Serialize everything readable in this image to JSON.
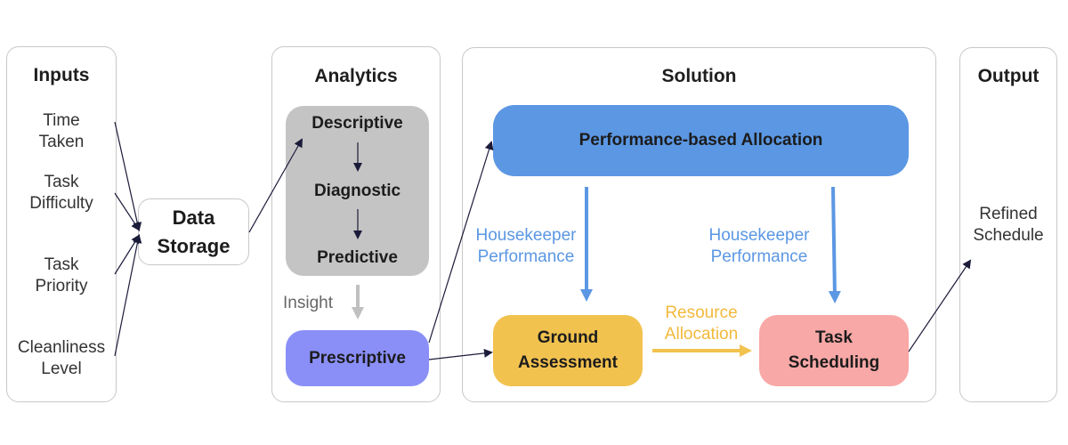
{
  "inputs": {
    "title": "Inputs",
    "items": [
      {
        "line1": "Time",
        "line2": "Taken"
      },
      {
        "line1": "Task",
        "line2": "Difficulty"
      },
      {
        "line1": "Task",
        "line2": "Priority"
      },
      {
        "line1": "Cleanliness",
        "line2": "Level"
      }
    ]
  },
  "data_storage": {
    "line1": "Data",
    "line2": "Storage"
  },
  "analytics": {
    "title": "Analytics",
    "descriptive": "Descriptive",
    "diagnostic": "Diagnostic",
    "predictive": "Predictive",
    "insight_label": "Insight",
    "prescriptive": "Prescriptive"
  },
  "solution": {
    "title": "Solution",
    "performance_allocation": "Performance-based Allocation",
    "left_label": {
      "line1": "Housekeeper",
      "line2": "Performance"
    },
    "right_label": {
      "line1": "Housekeeper",
      "line2": "Performance"
    },
    "ground_assessment": {
      "line1": "Ground",
      "line2": "Assessment"
    },
    "resource_label": {
      "line1": "Resource",
      "line2": "Allocation"
    },
    "task_scheduling": {
      "line1": "Task",
      "line2": "Scheduling"
    }
  },
  "output": {
    "title": "Output",
    "result": {
      "line1": "Refined",
      "line2": "Schedule"
    }
  },
  "colors": {
    "analytics_box": "#c4c4c4",
    "prescriptive_box": "#8a8ff8",
    "performance_box": "#5b97e3",
    "ground_box": "#f2c24f",
    "task_box": "#f8a8a6",
    "perf_label": "#5b97e3",
    "resource_label": "#f2b93b",
    "arrow_dark": "#1b1b3a",
    "insight_arrow": "#c0c0c0"
  }
}
